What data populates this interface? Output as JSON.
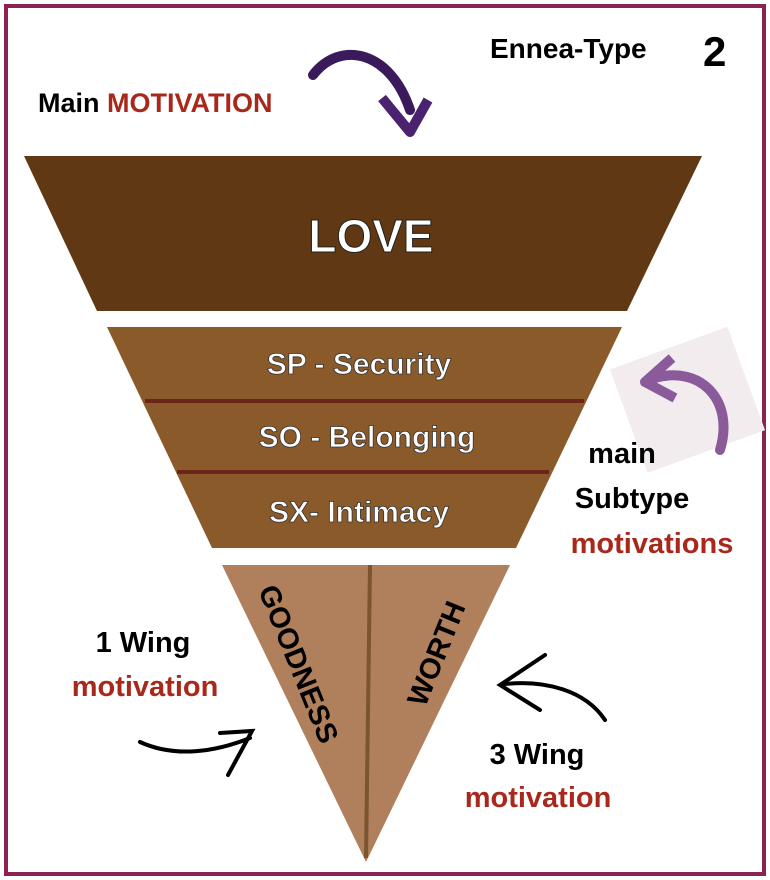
{
  "title": {
    "prefix": "Ennea-Type",
    "number": "2"
  },
  "main_label": {
    "black": "Main",
    "red": "MOTIVATION"
  },
  "levels": {
    "main": "LOVE",
    "subtypes": [
      "SP - Security",
      "SO - Belonging",
      "SX- Intimacy"
    ],
    "wings": [
      "GOODNESS",
      "WORTH"
    ]
  },
  "subtype_label": {
    "line1": "main",
    "line2": "Subtype",
    "line3": "motivations"
  },
  "wing1_label": {
    "line1": "1 Wing",
    "line2": "motivation"
  },
  "wing3_label": {
    "line1": "3 Wing",
    "line2": "motivation"
  },
  "colors": {
    "border": "#8b2252",
    "love": "#603813",
    "subtype": "#8b5a2b",
    "subtype_divider": "#6b2418",
    "wing": "#b07f5c",
    "wing_divider": "#7a5530",
    "accent_red": "#a8281c",
    "arrow_purple": "#4b2270"
  }
}
